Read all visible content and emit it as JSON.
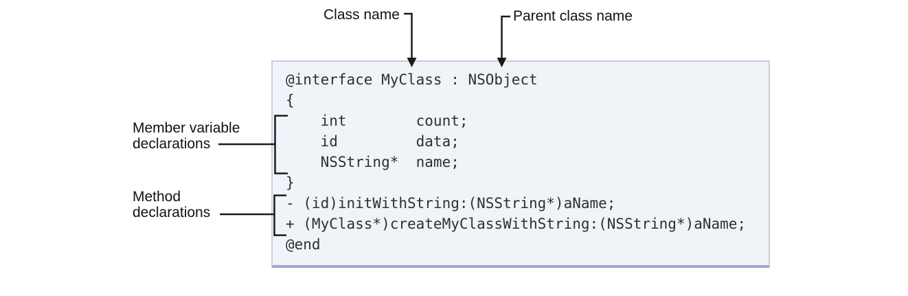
{
  "figure": {
    "callouts": {
      "class_name": "Class name",
      "parent_class_name": "Parent class name",
      "member_variables": [
        "Member variable",
        "declarations"
      ],
      "methods": [
        "Method",
        "declarations"
      ]
    },
    "code_box": {
      "lines": [
        "@interface MyClass : NSObject",
        "{",
        "    int        count;",
        "    id         data;",
        "    NSString*  name;",
        "}",
        "- (id)initWithString:(NSString*)aName;",
        "+ (MyClass*)createMyClassWithString:(NSString*)aName;",
        "@end"
      ]
    },
    "colors": {
      "box_background": "#f0f3f8",
      "box_border": "#c9ccde",
      "box_border_bottom": "#a0a5d1",
      "annotation_line": "#1a1a1a",
      "code_text": "#2f2f2f",
      "label_text": "#111111"
    }
  }
}
